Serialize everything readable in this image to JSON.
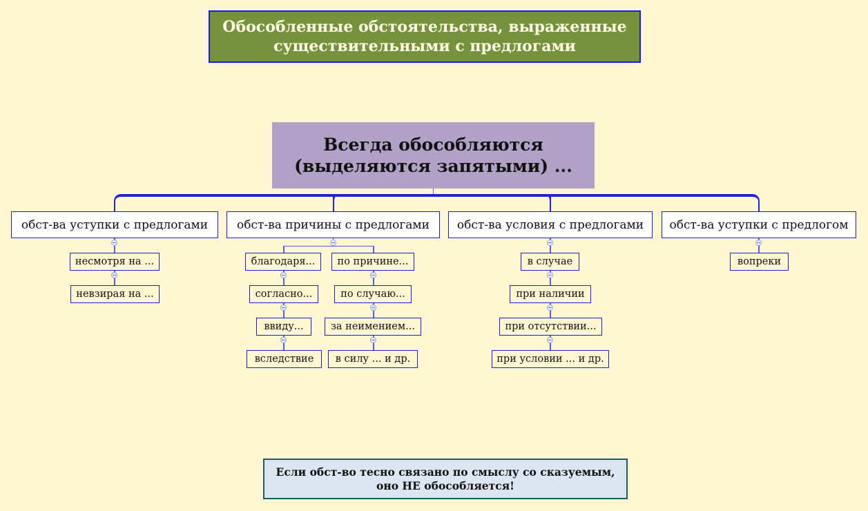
{
  "title": {
    "line1": "Обособленные обстоятельства, выраженные",
    "line2": "существительными с предлогами"
  },
  "root": {
    "line1": "Всегда обособляются",
    "line2": "(выделяются запятыми)  ..."
  },
  "categories": [
    {
      "label": "обст-ва уступки с предлогами",
      "items": [
        "несмотря на ...",
        "невзирая на ..."
      ]
    },
    {
      "label": "обст-ва причины с предлогами",
      "items_left": [
        "благодаря...",
        "согласно...",
        "ввиду...",
        "вследствие"
      ],
      "items_right": [
        "по причине...",
        "по случаю...",
        "за  неимением...",
        "в силу ... и др."
      ]
    },
    {
      "label": "обст-ва условия с предлогами",
      "items": [
        "в случае",
        "при наличии",
        "при отсутствии...",
        "при условии ... и др."
      ]
    },
    {
      "label": "обст-ва уступки с предлогом",
      "items": [
        "вопреки"
      ]
    }
  ],
  "note": {
    "line1": "Если обст-во тесно связано по смыслу со сказуемым,",
    "line2": "оно НЕ обособляется!"
  },
  "colors": {
    "background": "#fef7d1",
    "title_bg": "#76923c",
    "root_bg": "#b2a1c7",
    "connector": "#2222dd",
    "note_bg": "#dce6f2",
    "note_border": "#1d5c63"
  }
}
